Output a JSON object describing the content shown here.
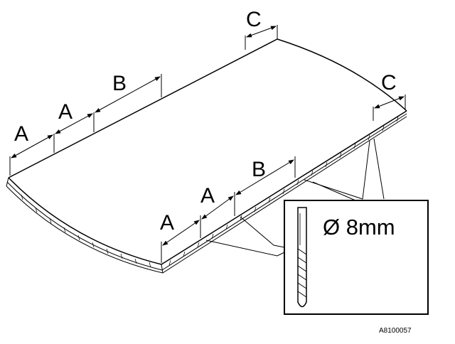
{
  "labels": {
    "a1": "A",
    "a2": "A",
    "b1": "B",
    "c1": "C",
    "c2": "C",
    "a3": "A",
    "a4": "A",
    "b2": "B"
  },
  "inset": {
    "diameter": "Ø 8mm"
  },
  "reference": "A8100057"
}
